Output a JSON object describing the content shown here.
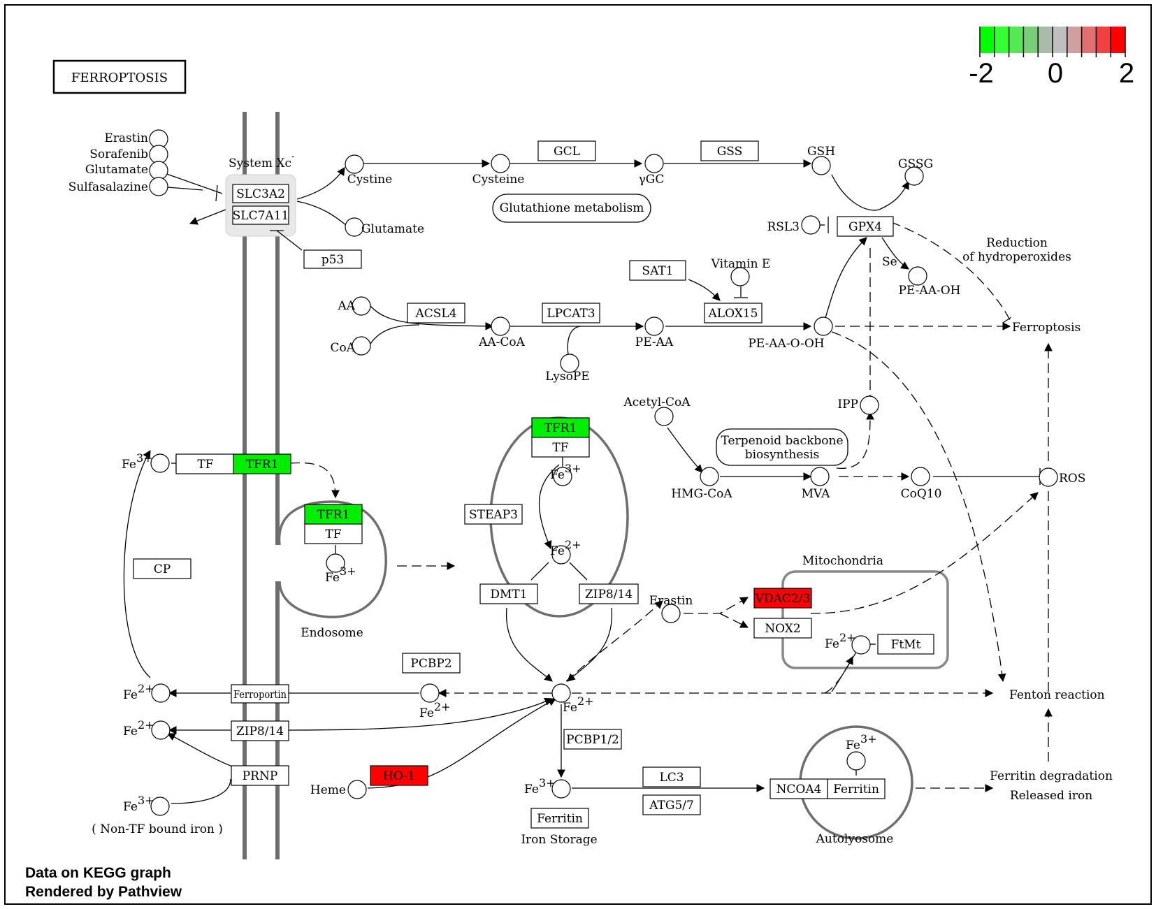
{
  "title": "FERROPTOSIS",
  "legend": {
    "min_label": "-2",
    "mid_label": "0",
    "max_label": "2",
    "colors": [
      "#00ff00",
      "#33ff33",
      "#55e855",
      "#77d077",
      "#aabbaa",
      "#bfbfbf",
      "#d0a0a0",
      "#e07070",
      "#f04040",
      "#ff0000"
    ]
  },
  "footer": {
    "line1": "Data on KEGG graph",
    "line2": "Rendered by Pathview"
  },
  "genes": {
    "slc3a2": {
      "label": "SLC3A2",
      "color": "#ffffff"
    },
    "slc7a11": {
      "label": "SLC7A11",
      "color": "#ffffff"
    },
    "p53": {
      "label": "p53",
      "color": "#ffffff"
    },
    "gcl": {
      "label": "GCL",
      "color": "#ffffff"
    },
    "gss": {
      "label": "GSS",
      "color": "#ffffff"
    },
    "gpx4": {
      "label": "GPX4",
      "color": "#ffffff"
    },
    "acsl4": {
      "label": "ACSL4",
      "color": "#ffffff"
    },
    "lpcat3": {
      "label": "LPCAT3",
      "color": "#ffffff"
    },
    "sat1": {
      "label": "SAT1",
      "color": "#ffffff"
    },
    "alox15": {
      "label": "ALOX15",
      "color": "#ffffff"
    },
    "tfr1_endo_top": {
      "label": "TFR1",
      "color": "#00ee00"
    },
    "tf_endo_top": {
      "label": "TF",
      "color": "#ffffff"
    },
    "tf_membrane": {
      "label": "TF",
      "color": "#ffffff"
    },
    "tfr1_membrane": {
      "label": "TFR1",
      "color": "#00ee00"
    },
    "tfr1_endosome": {
      "label": "TFR1",
      "color": "#00ee00"
    },
    "tf_endosome": {
      "label": "TF",
      "color": "#ffffff"
    },
    "steap3": {
      "label": "STEAP3",
      "color": "#ffffff"
    },
    "cp": {
      "label": "CP",
      "color": "#ffffff"
    },
    "dmt1": {
      "label": "DMT1",
      "color": "#ffffff"
    },
    "zip814_vesicle": {
      "label": "ZIP8/14",
      "color": "#ffffff"
    },
    "vdac23": {
      "label": "VDAC2/3",
      "color": "#ff0000"
    },
    "nox2": {
      "label": "NOX2",
      "color": "#ffffff"
    },
    "ftmt": {
      "label": "FtMt",
      "color": "#ffffff"
    },
    "pcbp2": {
      "label": "PCBP2",
      "color": "#ffffff"
    },
    "ferroportin": {
      "label": "Ferroportin",
      "color": "#ffffff"
    },
    "zip814_membrane": {
      "label": "ZIP8/14",
      "color": "#ffffff"
    },
    "prnp": {
      "label": "PRNP",
      "color": "#ffffff"
    },
    "ho1": {
      "label": "HO-1",
      "color": "#ff0000"
    },
    "pcbp12": {
      "label": "PCBP1/2",
      "color": "#ffffff"
    },
    "lc3": {
      "label": "LC3",
      "color": "#ffffff"
    },
    "atg57": {
      "label": "ATG5/7",
      "color": "#ffffff"
    },
    "ncoa4": {
      "label": "NCOA4",
      "color": "#ffffff"
    },
    "ferritin_auto": {
      "label": "Ferritin",
      "color": "#ffffff"
    },
    "ferritin_storage": {
      "label": "Ferritin",
      "color": "#ffffff"
    }
  },
  "pathway_maps": {
    "glutathione": "Glutathione metabolism",
    "terpenoid_1": "Terpenoid backbone",
    "terpenoid_2": "biosynthesis"
  },
  "compounds": {
    "erastin": "Erastin",
    "sorafenib": "Sorafenib",
    "glutamate_out": "Glutamate",
    "sulfasalazine": "Sulfasalazine",
    "cystine": "Cystine",
    "glutamate_in": "Glutamate",
    "cysteine": "Cysteine",
    "ygc": "γGC",
    "gsh": "GSH",
    "gssg": "GSSG",
    "rsl3": "RSL3",
    "vitamin_e": "Vitamin E",
    "pe_aa_oh": "PE-AA-OH",
    "aa": "AA",
    "coa": "CoA",
    "aa_coa": "AA-CoA",
    "pe_aa": "PE-AA",
    "pe_aa_o_oh": "PE-AA-O-OH",
    "lysope": "LysoPE",
    "acetyl_coa": "Acetyl-CoA",
    "hmg_coa": "HMG-CoA",
    "mva": "MVA",
    "ipp": "IPP",
    "coq10": "CoQ10",
    "ros": "ROS",
    "erastin2": "Erastin",
    "heme": "Heme",
    "fe": "Fe",
    "fe3sup": "3+",
    "fe2sup": "2+",
    "se": "Se"
  },
  "labels": {
    "system_xc": "System Xc",
    "system_xc_sup": "-",
    "reduction_1": "Reduction",
    "reduction_2": "of hydroperoxides",
    "ferroptosis": "Ferroptosis",
    "endosome": "Endosome",
    "mitochondria": "Mitochondria",
    "fenton": "Fenton reaction",
    "ferritin_deg_1": "Ferritin degradation",
    "ferritin_deg_2": "Released iron",
    "autolysosome": "Autolyosome",
    "iron_storage": "Iron Storage",
    "non_tf_iron": "( Non-TF bound iron )"
  }
}
